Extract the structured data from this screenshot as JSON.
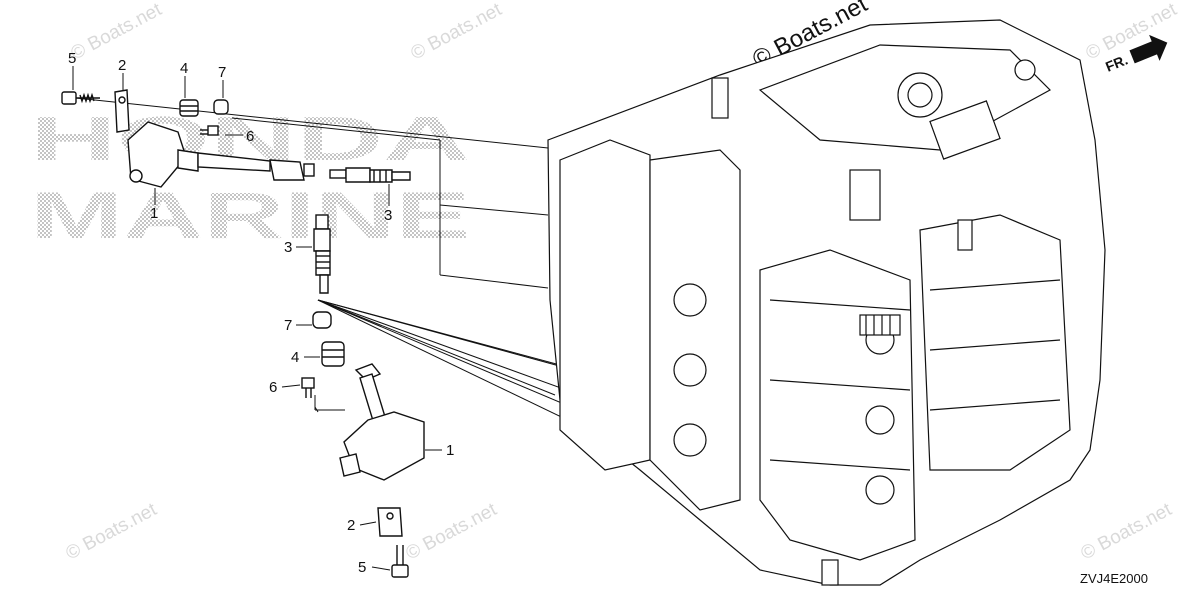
{
  "brand_watermark": {
    "line1": "HONDA",
    "line2": "MARINE"
  },
  "site_watermark": "© Boats.net",
  "direction_marker": {
    "text": "FR.",
    "icon": "arrow-right-icon"
  },
  "diagram_code": "ZVJ4E2000",
  "callouts": {
    "top_left": [
      "5",
      "2",
      "4",
      "7",
      "6",
      "1",
      "3",
      "3"
    ],
    "lower_left": [
      "7",
      "4",
      "6",
      "1",
      "2",
      "5"
    ]
  }
}
